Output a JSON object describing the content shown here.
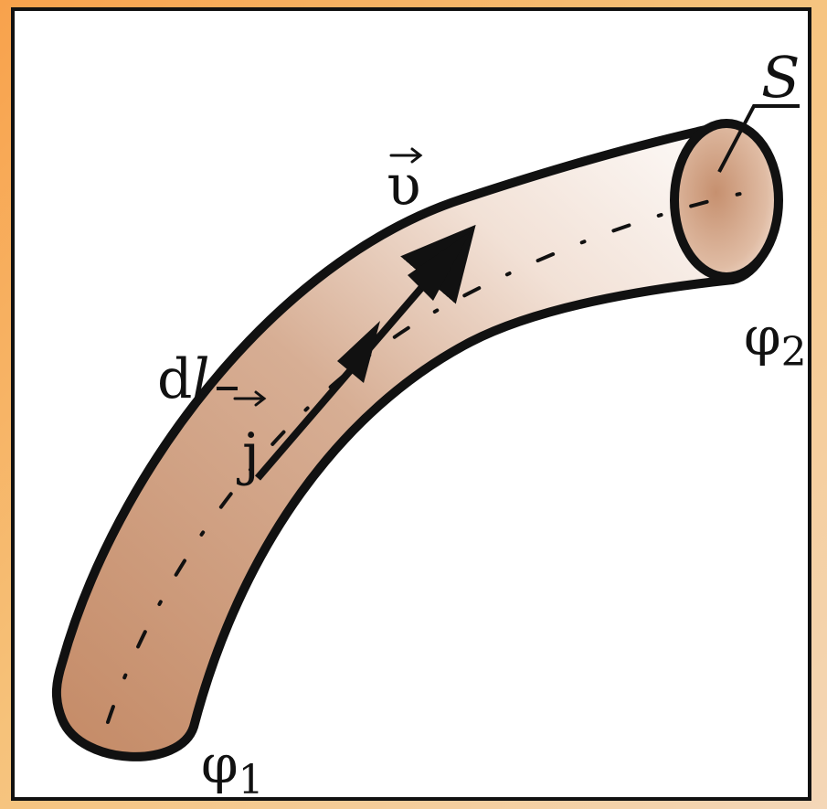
{
  "labels": {
    "surface": "S",
    "velocity": "υ",
    "length": "dl",
    "length_d": "d",
    "length_l": "l",
    "current_density": "j",
    "potential_1": "φ",
    "potential_1_sub": "1",
    "potential_2": "φ",
    "potential_2_sub": "2"
  },
  "colors": {
    "frame": "#F7B15A",
    "tube_dark": "#C8906E",
    "tube_light": "#F4E6DC",
    "end_cap": "#D8AA8C",
    "stroke": "#111111"
  }
}
